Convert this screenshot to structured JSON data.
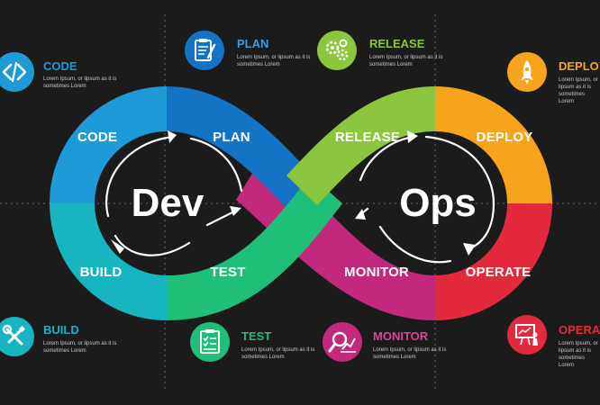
{
  "hubs": {
    "left": "Dev",
    "right": "Ops"
  },
  "segments": {
    "code": "CODE",
    "plan": "PLAN",
    "build": "BUILD",
    "test": "TEST",
    "release": "RELEASE",
    "deploy": "DEPLOY",
    "monitor": "MONITOR",
    "operate": "OPERATE"
  },
  "colors": {
    "background": "#1b1b1b",
    "code": "#1e9bd7",
    "plan": "#1573c6",
    "build": "#17b5bf",
    "test": "#1fbf7a",
    "release": "#8cc63f",
    "deploy": "#f7a41d",
    "monitor": "#c2287c",
    "operate": "#e32a3c"
  },
  "callouts": [
    {
      "id": "code",
      "title": "CODE",
      "desc": "Lorem Ipsum, or lipsum as it is sometimes Lorem",
      "icon": "code-brackets-icon",
      "color": "#1e9bd7"
    },
    {
      "id": "plan",
      "title": "PLAN",
      "desc": "Lorem Ipsum, or lipsum as it is sometimes Lorem",
      "icon": "clipboard-pen-icon",
      "color": "#1573c6"
    },
    {
      "id": "release",
      "title": "RELEASE",
      "desc": "Lorem Ipsum, or lipsum as it is sometimes Lorem",
      "icon": "gears-icon",
      "color": "#8cc63f"
    },
    {
      "id": "deploy",
      "title": "DEPLOY",
      "desc": "Lorem Ipsum, or lipsum as it is sometimes Lorem",
      "icon": "rocket-icon",
      "color": "#f7a41d"
    },
    {
      "id": "build",
      "title": "BUILD",
      "desc": "Lorem Ipsum, or lipsum as it is sometimes Lorem",
      "icon": "wrench-screwdriver-icon",
      "color": "#17b5bf"
    },
    {
      "id": "test",
      "title": "TEST",
      "desc": "Lorem Ipsum, or lipsum as it is sometimes Lorem",
      "icon": "checklist-icon",
      "color": "#1fbf7a"
    },
    {
      "id": "monitor",
      "title": "MONITOR",
      "desc": "Lorem Ipsum, or lipsum as it is sometimes Lorem",
      "icon": "magnifier-chart-icon",
      "color": "#c2287c"
    },
    {
      "id": "operate",
      "title": "OPERATE",
      "desc": "Lorem Ipsum, or lipsum as it is sometimes Lorem",
      "icon": "presentation-board-icon",
      "color": "#e32a3c"
    }
  ]
}
